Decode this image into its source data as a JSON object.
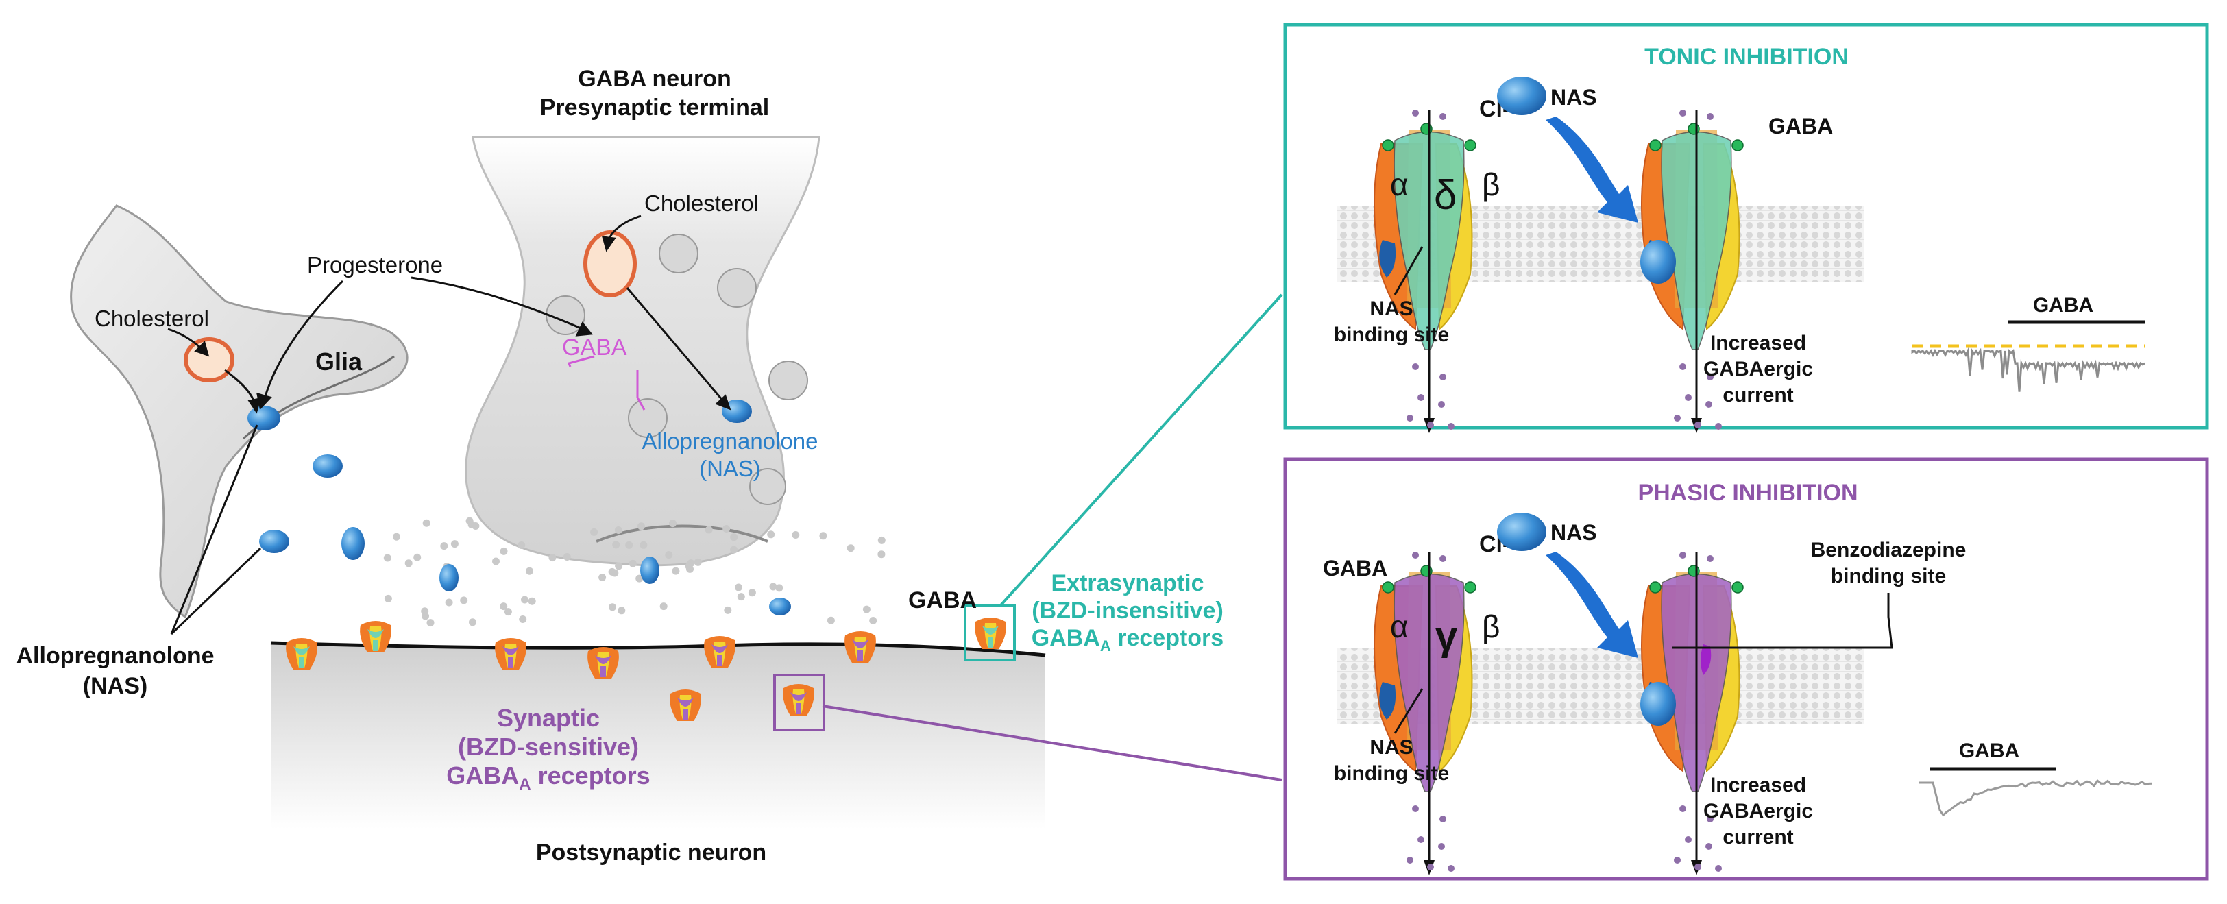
{
  "colors": {
    "tonic": "#2ab7a9",
    "phasic": "#8e55a8",
    "nas_blue": "#2a7fc9",
    "gaba_pink": "#d05ad6",
    "alpha_orange": "#f07a26",
    "beta_yellow": "#f3d431",
    "delta_teal": "#6fd1b4",
    "gamma_purple": "#a366c2",
    "arrow_blue": "#1f6fd1"
  },
  "left_panel": {
    "presynaptic_title_1": "GABA neuron",
    "presynaptic_title_2": "Presynaptic terminal",
    "cholesterol_pre": "Cholesterol",
    "progesterone": "Progesterone",
    "cholesterol_glia": "Cholesterol",
    "glia": "Glia",
    "gaba_vesicle": "GABA",
    "allo_pre_1": "Allopregnanolone",
    "allo_pre_2": "(NAS)",
    "allo_left_1": "Allopregnanolone",
    "allo_left_2": "(NAS)",
    "gaba_synapse": "GABA",
    "extrasynaptic_1": "Extrasynaptic",
    "extrasynaptic_2": "(BZD-insensitive)",
    "extrasynaptic_3": "GABA",
    "extrasynaptic_sub": "A",
    "extrasynaptic_4": " receptors",
    "synaptic_1": "Synaptic",
    "synaptic_2": "(BZD-sensitive)",
    "synaptic_3": "GABA",
    "synaptic_sub": "A",
    "synaptic_4": " receptors",
    "postsynaptic": "Postsynaptic neuron"
  },
  "tonic_panel": {
    "title": "TONIC INHIBITION",
    "cl": "Cl-",
    "nas": "NAS",
    "gaba": "GABA",
    "alpha": "α",
    "delta": "δ",
    "beta": "β",
    "binding_site_1": "NAS",
    "binding_site_2": "binding site",
    "increased_1": "Increased",
    "increased_2": "GABAergic",
    "increased_3": "current",
    "trace_label": "GABA"
  },
  "phasic_panel": {
    "title": "PHASIC INHIBITION",
    "cl": "Cl-",
    "nas": "NAS",
    "gaba": "GABA",
    "alpha": "α",
    "gamma": "γ",
    "beta": "β",
    "bzd_site_1": "Benzodiazepine",
    "bzd_site_2": "binding site",
    "binding_site_1": "NAS",
    "binding_site_2": "binding site",
    "increased_1": "Increased",
    "increased_2": "GABAergic",
    "increased_3": "current",
    "trace_label": "GABA"
  }
}
